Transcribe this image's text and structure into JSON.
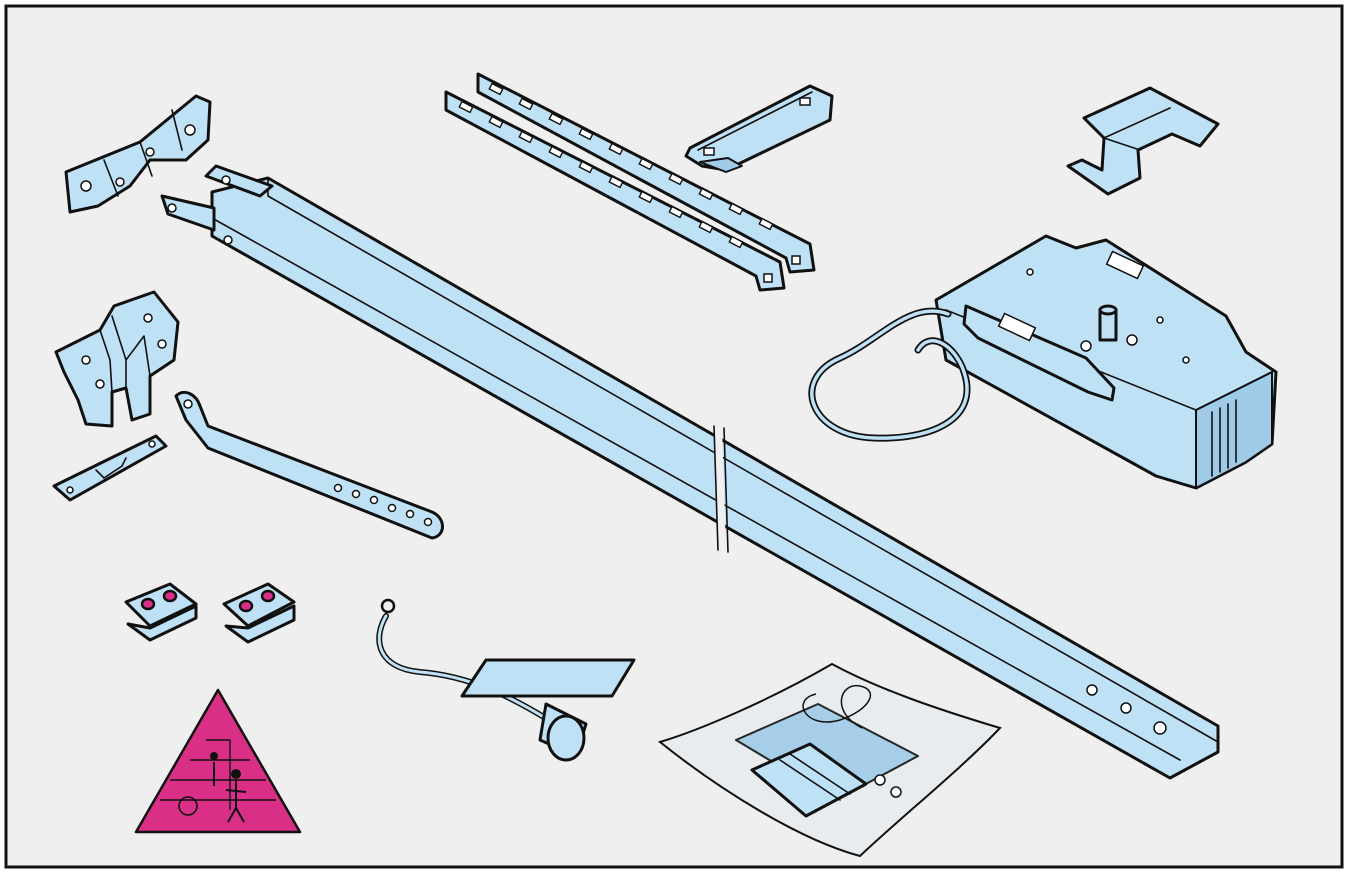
{
  "figure": {
    "background": "#efefef",
    "border_color": "#111111",
    "part_fill": "#bfe1f6",
    "part_shade": "#9fcbe8",
    "warning_fill": "#d92f86"
  },
  "parts": [
    "front-wall-bracket",
    "rail",
    "rail-hanger-straps",
    "carriage-plate",
    "clip-bracket",
    "motor-unit",
    "door-bracket",
    "door-arm",
    "arm-connector",
    "rail-clips",
    "emergency-release-cord",
    "hardware-bag",
    "warning-label"
  ]
}
